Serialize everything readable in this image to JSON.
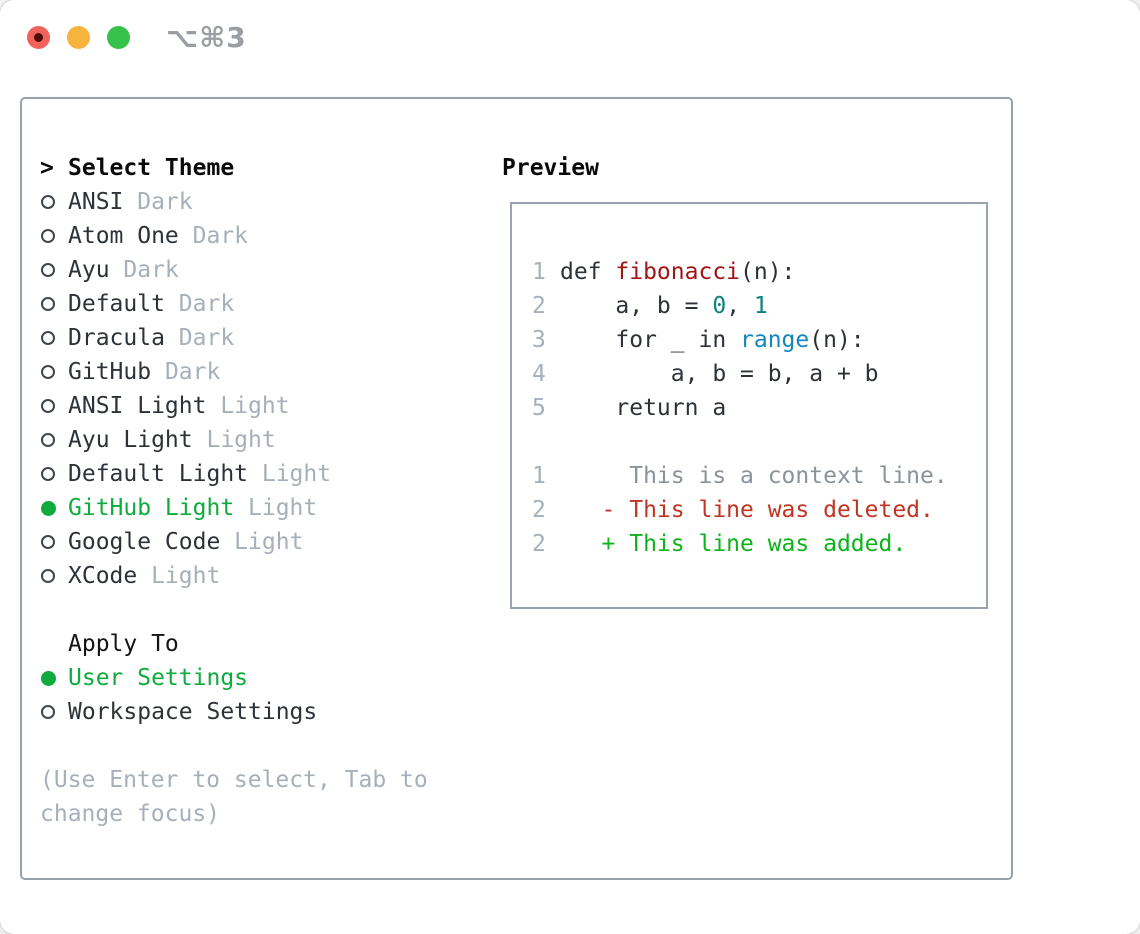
{
  "window": {
    "shortcut_label": "⌥⌘3",
    "traffic_lights": [
      {
        "name": "close",
        "color": "#f1625a"
      },
      {
        "name": "minimize",
        "color": "#f6b43e"
      },
      {
        "name": "zoom",
        "color": "#36c14b"
      }
    ]
  },
  "theme_panel": {
    "header_prefix": ">",
    "header": "Select Theme",
    "themes": [
      {
        "name": "ANSI",
        "variant": "Dark",
        "selected": false
      },
      {
        "name": "Atom One",
        "variant": "Dark",
        "selected": false
      },
      {
        "name": "Ayu",
        "variant": "Dark",
        "selected": false
      },
      {
        "name": "Default",
        "variant": "Dark",
        "selected": false
      },
      {
        "name": "Dracula",
        "variant": "Dark",
        "selected": false
      },
      {
        "name": "GitHub",
        "variant": "Dark",
        "selected": false
      },
      {
        "name": "ANSI Light",
        "variant": "Light",
        "selected": false
      },
      {
        "name": "Ayu Light",
        "variant": "Light",
        "selected": false
      },
      {
        "name": "Default Light",
        "variant": "Light",
        "selected": false
      },
      {
        "name": "GitHub Light",
        "variant": "Light",
        "selected": true
      },
      {
        "name": "Google Code",
        "variant": "Light",
        "selected": false
      },
      {
        "name": "XCode",
        "variant": "Light",
        "selected": false
      }
    ],
    "apply_to": {
      "header": "Apply To",
      "options": [
        {
          "label": "User Settings",
          "selected": true
        },
        {
          "label": "Workspace Settings",
          "selected": false
        }
      ]
    },
    "hint_lines": [
      "(Use Enter to select, Tab to",
      "change focus)"
    ]
  },
  "preview": {
    "title": "Preview",
    "code_lines": [
      {
        "num": "1",
        "tokens": [
          {
            "t": "def ",
            "c": "code"
          },
          {
            "t": "fibonacci",
            "c": "func"
          },
          {
            "t": "(n):",
            "c": "code"
          }
        ]
      },
      {
        "num": "2",
        "tokens": [
          {
            "t": "    a, b = ",
            "c": "code"
          },
          {
            "t": "0",
            "c": "num"
          },
          {
            "t": ", ",
            "c": "code"
          },
          {
            "t": "1",
            "c": "num"
          }
        ]
      },
      {
        "num": "3",
        "tokens": [
          {
            "t": "    for _ in ",
            "c": "code"
          },
          {
            "t": "range",
            "c": "builtin"
          },
          {
            "t": "(n):",
            "c": "code"
          }
        ]
      },
      {
        "num": "4",
        "tokens": [
          {
            "t": "        a, b = b, a + b",
            "c": "code"
          }
        ]
      },
      {
        "num": "5",
        "tokens": [
          {
            "t": "    return a",
            "c": "code"
          }
        ]
      },
      {
        "num": "",
        "tokens": []
      },
      {
        "num": "1",
        "tokens": [
          {
            "t": "     This is a context line.",
            "c": "context"
          }
        ]
      },
      {
        "num": "2",
        "tokens": [
          {
            "t": "   - This line was deleted.",
            "c": "deleted"
          }
        ]
      },
      {
        "num": "2",
        "tokens": [
          {
            "t": "   + This line was added.",
            "c": "added"
          }
        ]
      }
    ]
  },
  "colors": {
    "selected_green": "#0fab3c",
    "added_green": "#0db31b",
    "deleted_red": "#c13422",
    "function_red": "#a31515",
    "number_teal": "#0d8080",
    "builtin_blue": "#1486bd",
    "muted_gray": "#a7afb9",
    "context_gray": "#8b929b",
    "text_dark": "#2d3238",
    "panel_border": "#97a1ac"
  }
}
